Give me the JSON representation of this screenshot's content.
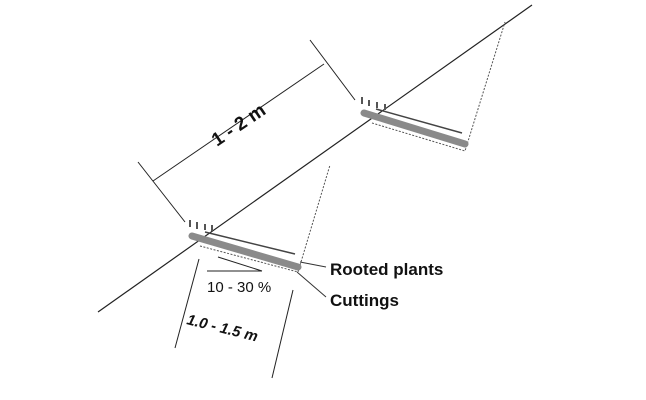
{
  "diagram": {
    "spacing_label": "1 - 2 m",
    "depth_label": "1.0 - 1.5 m",
    "slope_label": "10 - 30 %",
    "legend": {
      "rooted_plants": "Rooted plants",
      "cuttings": "Cuttings"
    },
    "colors": {
      "line": "#222222",
      "cutting_bar": "#8a8a8a",
      "dotted": "#555555"
    }
  }
}
